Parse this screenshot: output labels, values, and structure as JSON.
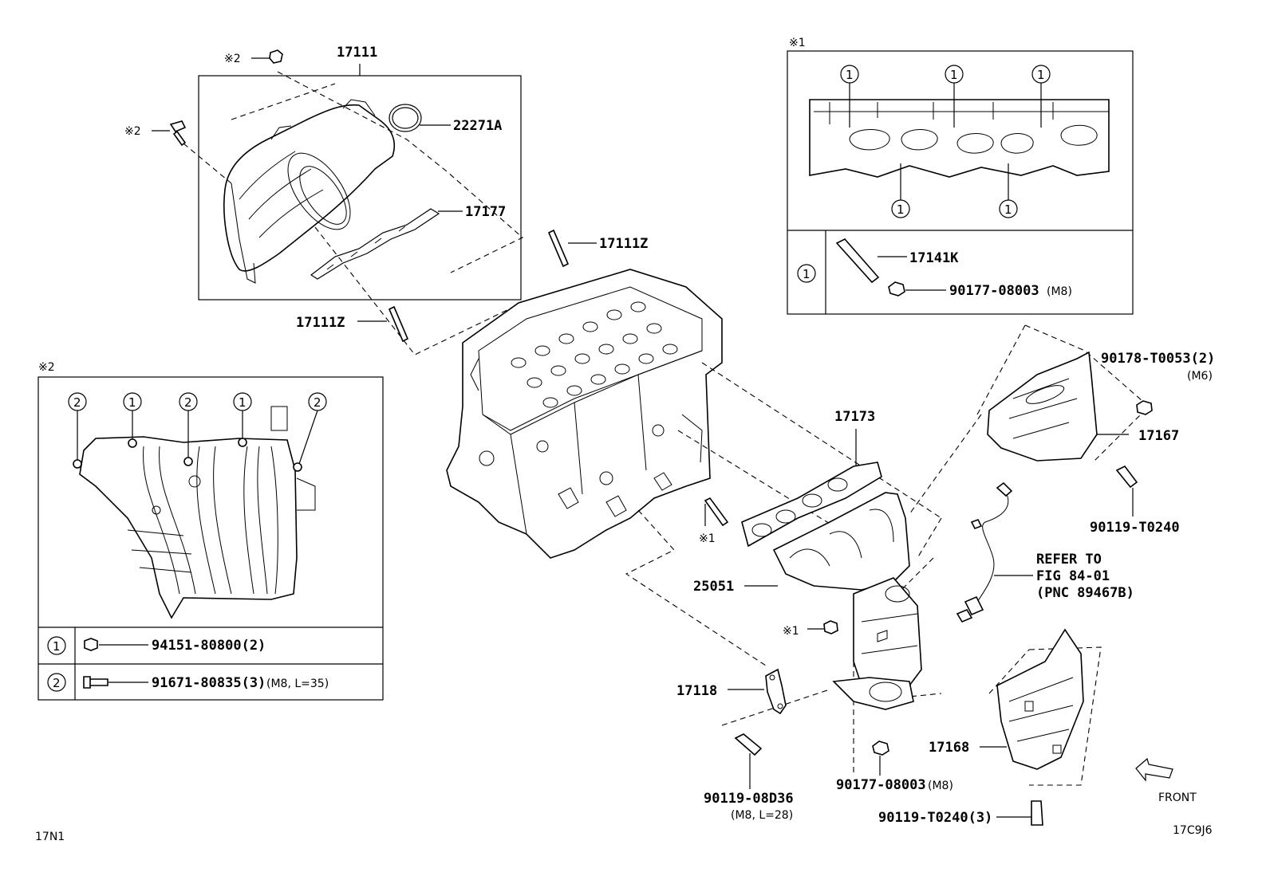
{
  "labels": {
    "p17111": "17111",
    "p22271A": "22271A",
    "p17177": "17177",
    "p17111Z_a": "17111Z",
    "p17111Z_b": "17111Z",
    "p17141K": "17141K",
    "p90177_a": "90177-08003",
    "p90177_a_sub": "(M8)",
    "p90178": "90178-T0053(2)",
    "p90178_sub": "(M6)",
    "p17167": "17167",
    "p90119_T0240": "90119-T0240",
    "p17173": "17173",
    "p25051": "25051",
    "refer1": "REFER TO",
    "refer2": "FIG 84-01",
    "refer3": "(PNC 89467B)",
    "p17118": "17118",
    "p17168": "17168",
    "p90177_b": "90177-08003",
    "p90177_b_sub": "(M8)",
    "p90119_08D36": "90119-08D36",
    "p90119_08D36_sub": "(M8, L=28)",
    "p90119_T0240_3": "90119-T0240(3)",
    "p94151": "94151-80800(2)",
    "p91671": "91671-80835(3)",
    "p91671_sub": "(M8, L=35)",
    "front": "FRONT",
    "note_star1_a": "※1",
    "note_star1_b": "※1",
    "note_star1_c": "※1",
    "note_star2_a": "※2",
    "note_star2_b": "※2",
    "note_star2_c": "※2",
    "code_left": "17N1",
    "code_right": "17C9J6",
    "c1": "1",
    "c2": "2"
  },
  "colors": {
    "ink": "#000000",
    "paper": "#ffffff"
  }
}
